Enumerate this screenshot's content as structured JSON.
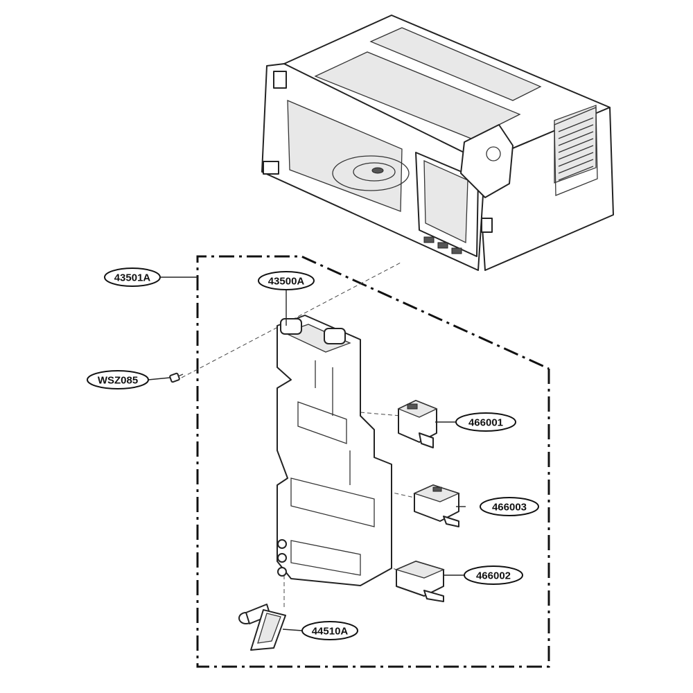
{
  "callouts": {
    "assembly": "43501A",
    "latch_board": "43500A",
    "screw": "WSZ085",
    "switch_primary": "466001",
    "switch_monitor": "466003",
    "switch_secondary": "466002",
    "lever": "44510A"
  },
  "colors": {
    "line": "#222222",
    "background": "#ffffff"
  }
}
